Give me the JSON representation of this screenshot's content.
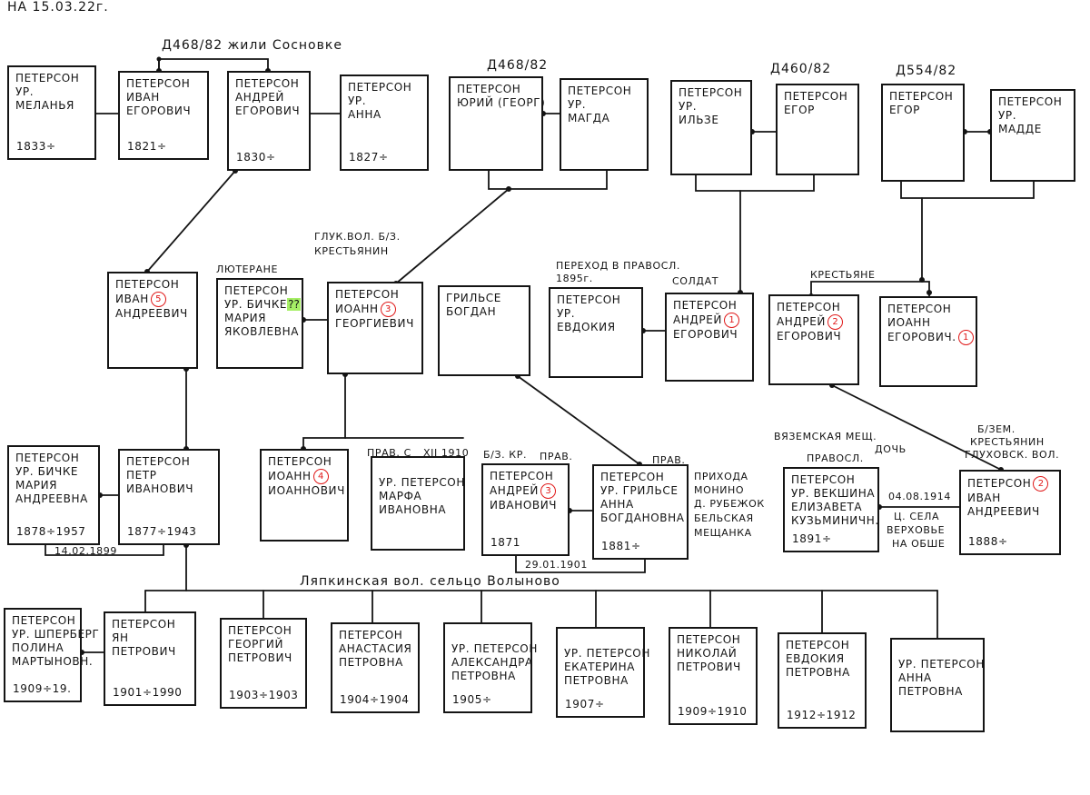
{
  "header_date": "НА 15.03.22г.",
  "notes": {
    "d468_sosnovka": "Д468/82 жили Сосновке",
    "d468": "Д468/82",
    "d460": "Д460/82",
    "d554": "Д554/82",
    "gluk_vol": "ГЛУК.ВОЛ. Б/З.",
    "krest_1": "КРЕСТЬЯНИН",
    "lyuterane": "ЛЮТЕРАНЕ",
    "perehod_1": "ПЕРЕХОД В ПРАВОСЛ.",
    "perehod_2": "1895г.",
    "soldat": "СОЛДАТ",
    "krestyane": "КРЕСТЬЯНЕ",
    "vyazem_1": "ВЯЗЕМСКАЯ МЕЩ.",
    "vyazem_2": "ПРАВОСЛ.",
    "doch": "ДОЧЬ",
    "bzem_1": "Б/ЗЕМ.",
    "bzem_2": "КРЕСТЬЯНИН",
    "bzem_3": "ГЛУХОВСК. ВОЛ.",
    "prav_s": "ПРАВ. С",
    "date_1910": "XII 1910",
    "bz_kr": "Б/З. КР.",
    "prav_1": "ПРАВ.",
    "prav_2": "ПРАВ.",
    "prihoda_1": "ПРИХОДА",
    "prihoda_2": "МОНИНО",
    "prihoda_3": "Д. РУБЕЖОК",
    "prihoda_4": "БЕЛЬСКАЯ",
    "prihoda_5": "МЕЩАНКА",
    "marriage_1899": "14.02.1899",
    "marriage_1901": "29.01.1901",
    "marriage_1914": "04.08.1914",
    "church_1": "Ц. СЕЛА",
    "church_2": "ВЕРХОВЬЕ",
    "church_3": "НА ОБШЕ",
    "lyapkino": "Ляпкинская вол. сельцо Волыново"
  },
  "persons": [
    {
      "id": "melanya",
      "lines": [
        "ПЕТЕРСОН",
        "УР.",
        "МЕЛАНЬЯ"
      ],
      "years": "1833÷"
    },
    {
      "id": "ivan-egorovich",
      "lines": [
        "ПЕТЕРСОН",
        "ИВАН",
        "ЕГОРОВИЧ"
      ],
      "years": "1821÷"
    },
    {
      "id": "andrey-egorovich-1830",
      "lines": [
        "ПЕТЕРСОН",
        "АНДРЕЙ",
        "ЕГОРОВИЧ"
      ],
      "years": "1830÷"
    },
    {
      "id": "anna-1827",
      "lines": [
        "ПЕТЕРСОН",
        "УР.",
        "АННА"
      ],
      "years": "1827÷"
    },
    {
      "id": "yuriy",
      "lines": [
        "ПЕТЕРСОН",
        "ЮРИЙ (ГЕОРГ)"
      ],
      "years": ""
    },
    {
      "id": "magda",
      "lines": [
        "ПЕТЕРСОН",
        "УР.",
        "МАГДА"
      ],
      "years": ""
    },
    {
      "id": "ilze",
      "lines": [
        "ПЕТЕРСОН",
        "УР.",
        "ИЛЬЗЕ"
      ],
      "years": ""
    },
    {
      "id": "egor-d460",
      "lines": [
        "ПЕТЕРСОН",
        "ЕГОР"
      ],
      "years": ""
    },
    {
      "id": "egor-d554",
      "lines": [
        "ПЕТЕРСОН",
        "ЕГОР"
      ],
      "years": ""
    },
    {
      "id": "madde",
      "lines": [
        "ПЕТЕРСОН",
        "УР.",
        "МАДДЕ"
      ],
      "years": ""
    },
    {
      "id": "ivan-andreevich-5",
      "lines": [
        "ПЕТЕРСОН",
        "ИВАН",
        "АНДРЕЕВИЧ"
      ],
      "years": "",
      "mark": "5",
      "markLine": 1
    },
    {
      "id": "mariya-bichke",
      "lines": [
        "ПЕТЕРСОН",
        "УР. БИЧКЕ",
        "МАРИЯ",
        "ЯКОВЛЕВНА"
      ],
      "years": "",
      "flag": "??",
      "flagLine": 1
    },
    {
      "id": "ioann-georgievich",
      "lines": [
        "ПЕТЕРСОН",
        "ИОАНН",
        "ГЕОРГИЕВИЧ"
      ],
      "years": "",
      "mark": "3",
      "markLine": 1
    },
    {
      "id": "grilse-bogdan",
      "lines": [
        "ГРИЛЬСЕ",
        "БОГДАН"
      ],
      "years": ""
    },
    {
      "id": "evdokiya",
      "lines": [
        "ПЕТЕРСОН",
        "УР.",
        "ЕВДОКИЯ"
      ],
      "years": ""
    },
    {
      "id": "andrey-egorovich-1",
      "lines": [
        "ПЕТЕРСОН",
        "АНДРЕЙ",
        "ЕГОРОВИЧ"
      ],
      "years": "",
      "mark": "1",
      "markLine": 1
    },
    {
      "id": "andrey-egorovich-2",
      "lines": [
        "ПЕТЕРСОН",
        "АНДРЕЙ",
        "ЕГОРОВИЧ"
      ],
      "years": "",
      "mark": "2",
      "markLine": 1
    },
    {
      "id": "ioann-egorovich-1",
      "lines": [
        "ПЕТЕРСОН",
        "ИОАНН",
        "ЕГОРОВИЧ."
      ],
      "years": "",
      "mark": "1",
      "markLine": 2
    },
    {
      "id": "mariya-andreevna",
      "lines": [
        "ПЕТЕРСОН",
        "УР. БИЧКЕ",
        "МАРИЯ",
        "АНДРЕЕВНА"
      ],
      "years": "1878÷1957"
    },
    {
      "id": "petr-ivanovich",
      "lines": [
        "ПЕТЕРСОН",
        "ПЕТР",
        "ИВАНОВИЧ"
      ],
      "years": "1877÷1943"
    },
    {
      "id": "ioann-ioannovich",
      "lines": [
        "ПЕТЕРСОН",
        "ИОАНН",
        "ИОАННОВИЧ"
      ],
      "years": "",
      "mark": "4",
      "markLine": 1
    },
    {
      "id": "marfa-ivanovna",
      "lines": [
        "",
        "УР. ПЕТЕРСОН",
        "МАРФА",
        "ИВАНОВНА"
      ],
      "years": ""
    },
    {
      "id": "andrey-ivanovich",
      "lines": [
        "ПЕТЕРСОН",
        "АНДРЕЙ",
        "ИВАНОВИЧ"
      ],
      "years": "1871",
      "mark": "3",
      "markLine": 1
    },
    {
      "id": "anna-grilse",
      "lines": [
        "ПЕТЕРСОН",
        "УР. ГРИЛЬСЕ",
        "АННА",
        "БОГДАНОВНА"
      ],
      "years": "1881÷"
    },
    {
      "id": "elizaveta",
      "lines": [
        "ПЕТЕРСОН",
        "УР. ВЕКШИНА",
        "ЕЛИЗАВЕТА",
        "КУЗЬМИНИЧН."
      ],
      "years": "1891÷"
    },
    {
      "id": "ivan-andreevich-2",
      "lines": [
        "ПЕТЕРСОН",
        "ИВАН",
        "АНДРЕЕВИЧ"
      ],
      "years": "1888÷",
      "mark": "2",
      "markLine": 0
    },
    {
      "id": "polina",
      "lines": [
        "ПЕТЕРСОН",
        "УР. ШПЕРБЕРГ",
        "ПОЛИНА",
        "МАРТЫНОВН."
      ],
      "years": "1909÷19."
    },
    {
      "id": "yan",
      "lines": [
        "ПЕТЕРСОН",
        "ЯН",
        "ПЕТРОВИЧ"
      ],
      "years": "1901÷1990"
    },
    {
      "id": "georgiy",
      "lines": [
        "ПЕТЕРСОН",
        "ГЕОРГИЙ",
        "ПЕТРОВИЧ"
      ],
      "years": "1903÷1903"
    },
    {
      "id": "anastasiya",
      "lines": [
        "ПЕТЕРСОН",
        "АНАСТАСИЯ",
        "ПЕТРОВНА"
      ],
      "years": "1904÷1904"
    },
    {
      "id": "aleksandra",
      "lines": [
        "",
        "УР. ПЕТЕРСОН",
        "АЛЕКСАНДРА",
        "ПЕТРОВНА"
      ],
      "years": "1905÷"
    },
    {
      "id": "ekaterina",
      "lines": [
        "",
        "УР. ПЕТЕРСОН",
        "ЕКАТЕРИНА",
        "ПЕТРОВНА"
      ],
      "years": "1907÷"
    },
    {
      "id": "nikolay",
      "lines": [
        "ПЕТЕРСОН",
        "НИКОЛАЙ",
        "ПЕТРОВИЧ"
      ],
      "years": "1909÷1910"
    },
    {
      "id": "evdokiya-petrovna",
      "lines": [
        "ПЕТЕРСОН",
        "ЕВДОКИЯ",
        "ПЕТРОВНА"
      ],
      "years": "1912÷1912"
    },
    {
      "id": "anna-petrovna",
      "lines": [
        "",
        "УР. ПЕТЕРСОН",
        "АННА",
        "ПЕТРОВНА"
      ],
      "years": ""
    }
  ]
}
